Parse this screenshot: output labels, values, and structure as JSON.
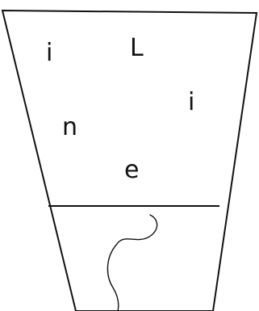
{
  "letters": [
    {
      "text": "i"
    },
    {
      "text": "L"
    },
    {
      "text": "i"
    },
    {
      "text": "n"
    },
    {
      "text": "e"
    }
  ],
  "colors": {
    "stroke": "#111111",
    "background": "#ffffff"
  }
}
